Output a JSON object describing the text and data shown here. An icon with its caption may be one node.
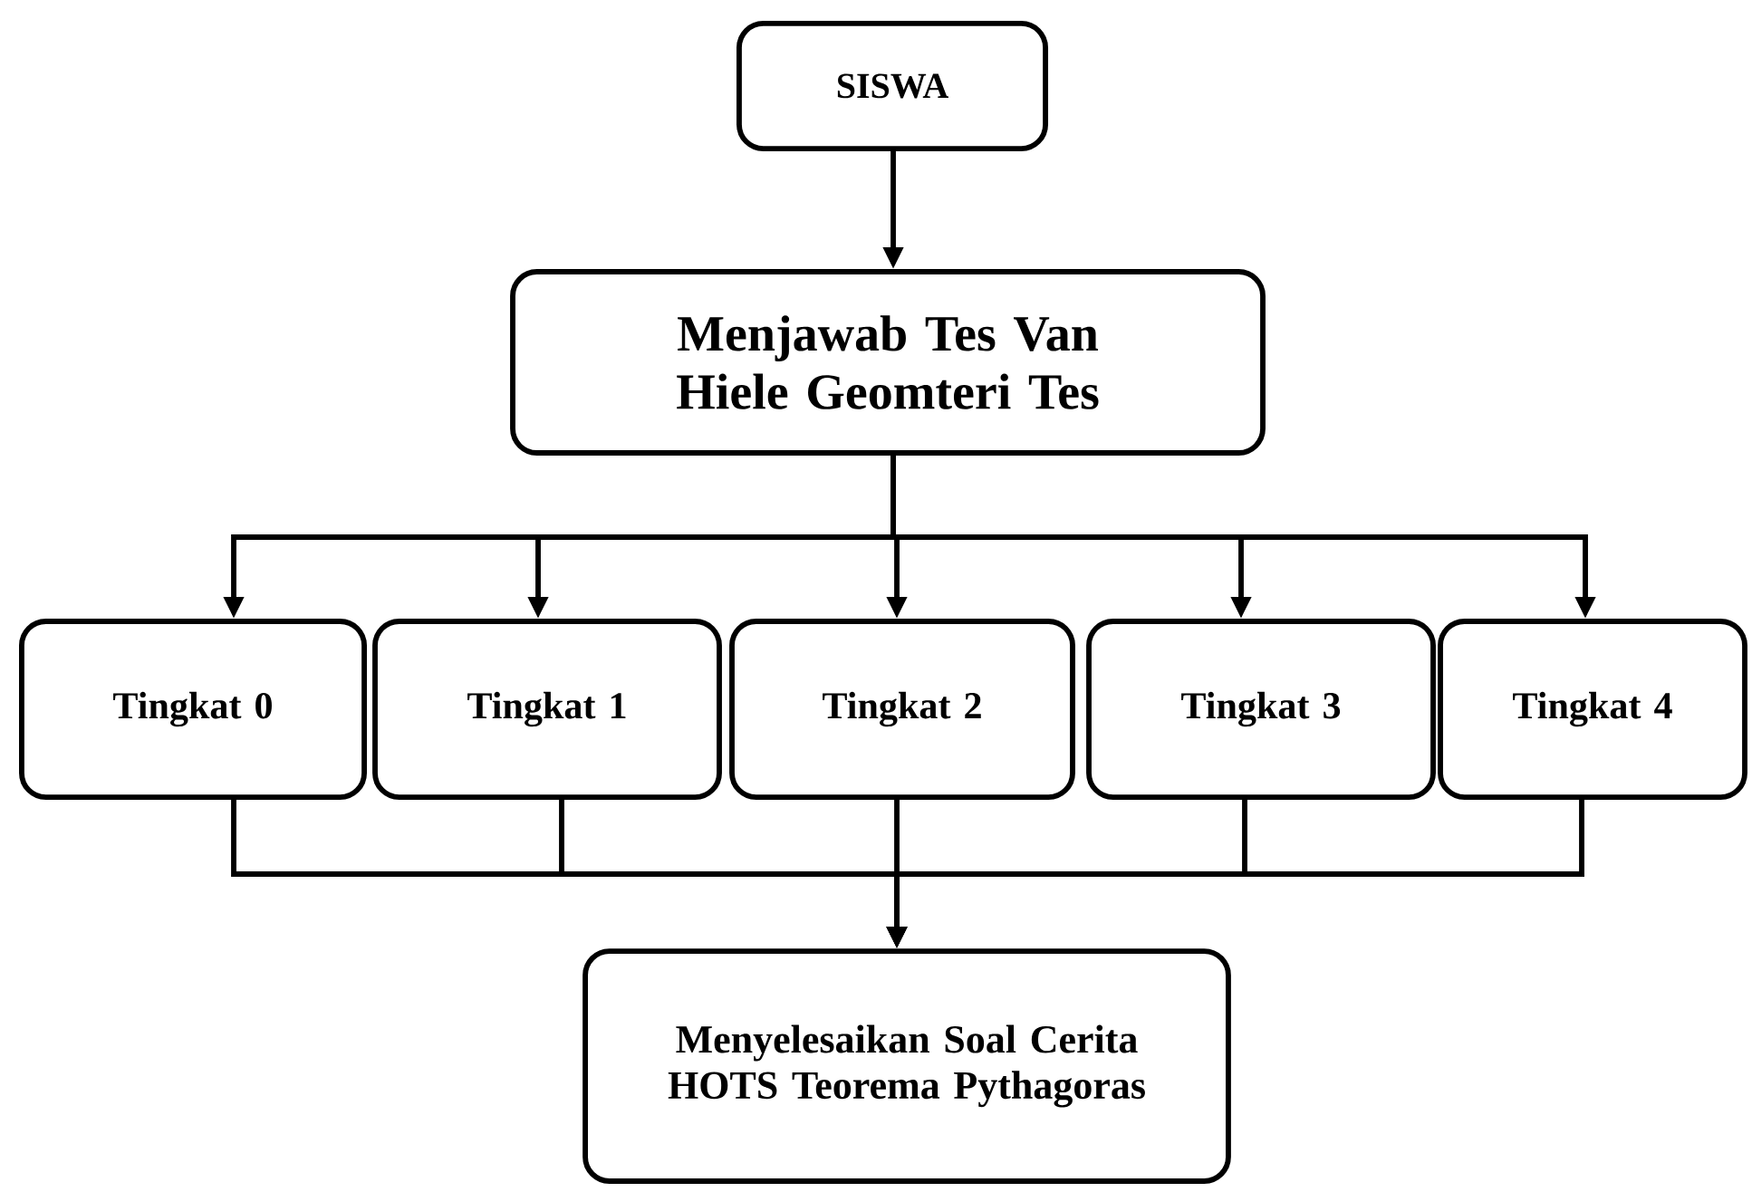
{
  "diagram": {
    "nodes": [
      {
        "text": [
          "SISWA"
        ]
      },
      {
        "text": [
          "Menjawab Tes Van Hiele Geomteri Tes"
        ]
      },
      {
        "text": [
          "Tingkat 0"
        ]
      },
      {
        "text": [
          "Tingkat 1"
        ]
      },
      {
        "text": [
          "Tingkat 2"
        ]
      },
      {
        "text": [
          "Tingkat 3"
        ]
      },
      {
        "text": [
          "Tingkat 4"
        ]
      },
      {
        "text": [
          "Menyelesaikan Soal Cerita HOTS Teorema Pythagoras"
        ]
      }
    ],
    "edges": [
      {
        "from": 0,
        "to": 1,
        "arrow": "to"
      },
      {
        "from": 1,
        "to": 2,
        "arrow": "to"
      },
      {
        "from": 1,
        "to": 3,
        "arrow": "to"
      },
      {
        "from": 1,
        "to": 4,
        "arrow": "to"
      },
      {
        "from": 1,
        "to": 5,
        "arrow": "to"
      },
      {
        "from": 1,
        "to": 6,
        "arrow": "to"
      },
      {
        "from": 2,
        "to": 7,
        "arrow": "to"
      },
      {
        "from": 3,
        "to": 7,
        "arrow": "to"
      },
      {
        "from": 4,
        "to": 7,
        "arrow": "to"
      },
      {
        "from": 5,
        "to": 7,
        "arrow": "to"
      },
      {
        "from": 6,
        "to": 7,
        "arrow": "to"
      }
    ]
  }
}
